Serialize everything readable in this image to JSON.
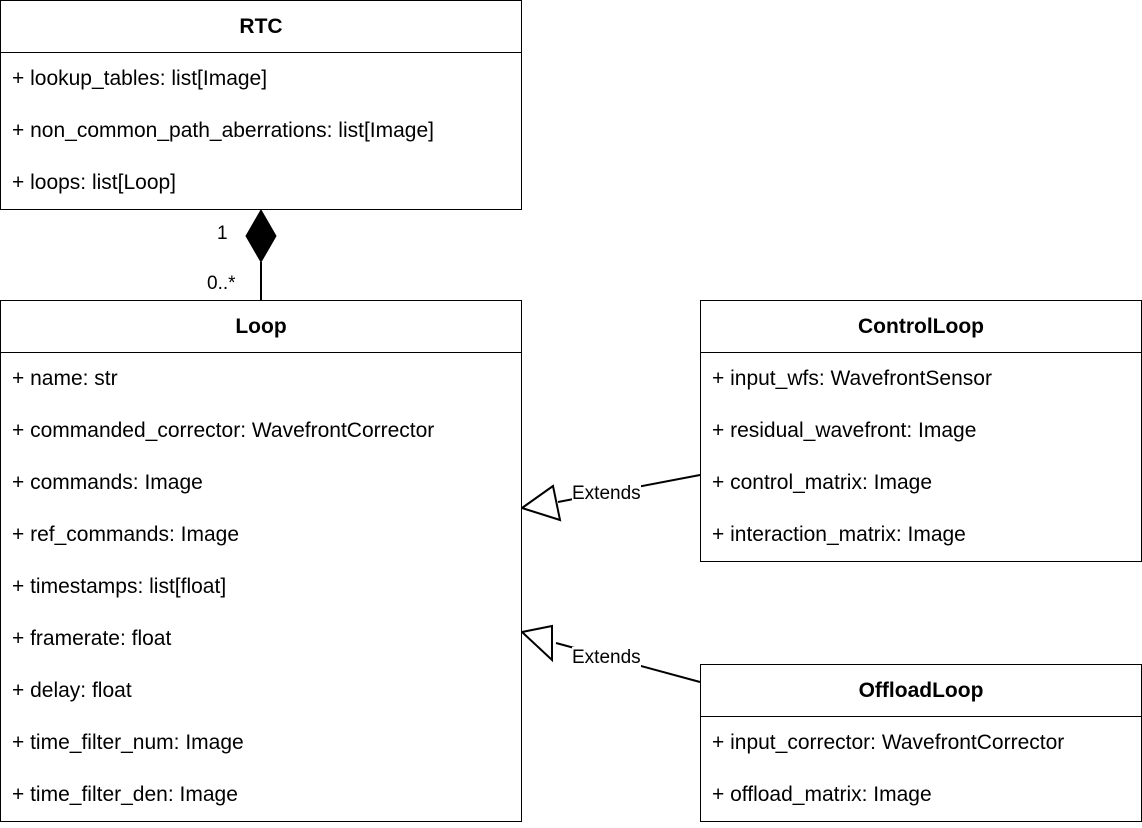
{
  "classes": {
    "rtc": {
      "name": "RTC",
      "attributes": [
        "+ lookup_tables: list[Image]",
        "+ non_common_path_aberrations: list[Image]",
        "+ loops: list[Loop]"
      ]
    },
    "loop": {
      "name": "Loop",
      "attributes": [
        "+ name: str",
        "+ commanded_corrector: WavefrontCorrector",
        "+ commands: Image",
        "+ ref_commands: Image",
        "+ timestamps: list[float]",
        "+ framerate: float",
        "+ delay: float",
        "+ time_filter_num: Image",
        "+ time_filter_den: Image"
      ]
    },
    "control_loop": {
      "name": "ControlLoop",
      "attributes": [
        "+ input_wfs: WavefrontSensor",
        "+ residual_wavefront: Image",
        "+ control_matrix: Image",
        "+ interaction_matrix: Image"
      ]
    },
    "offload_loop": {
      "name": "OffloadLoop",
      "attributes": [
        "+ input_corrector: WavefrontCorrector",
        "+ offload_matrix: Image"
      ]
    }
  },
  "relations": {
    "composition": {
      "source_multiplicity": "1",
      "target_multiplicity": "0..*"
    },
    "control_extends": {
      "label": "Extends"
    },
    "offload_extends": {
      "label": "Extends"
    }
  }
}
